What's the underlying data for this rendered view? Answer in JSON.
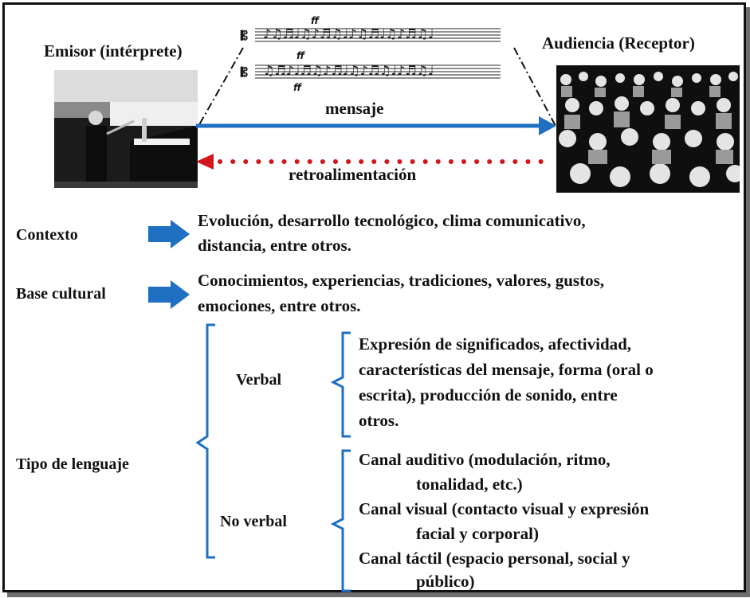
{
  "header": {
    "sender_label": "Emisor (intérprete)",
    "receiver_label": "Audiencia (Receptor)",
    "message_label": "mensaje",
    "feedback_label": "retroalimentación"
  },
  "rows": {
    "context": {
      "label": "Contexto",
      "line1": "Evolución, desarrollo tecnológico, clima comunicativo,",
      "line2": "distancia, entre otros."
    },
    "culture": {
      "label": "Base cultural",
      "line1": "Conocimientos, experiencias, tradiciones, valores, gustos,",
      "line2": "emociones, entre otros."
    }
  },
  "language": {
    "label": "Tipo de lenguaje",
    "verbal": {
      "label": "Verbal",
      "lines": [
        "Expresión de significados, afectividad,",
        "características del mensaje, forma (oral o",
        "escrita), producción de sonido, entre",
        "otros."
      ]
    },
    "nonverbal": {
      "label": "No verbal",
      "lines": [
        "Canal auditivo (modulación, ritmo,",
        "tonalidad, etc.)",
        "Canal visual (contacto visual y expresión",
        "facial y corporal)",
        "Canal táctil (espacio personal, social y",
        "público)"
      ]
    }
  },
  "colors": {
    "arrow_blue": "#1f6fc2",
    "feedback_red": "#d0161e",
    "text": "#111111"
  }
}
